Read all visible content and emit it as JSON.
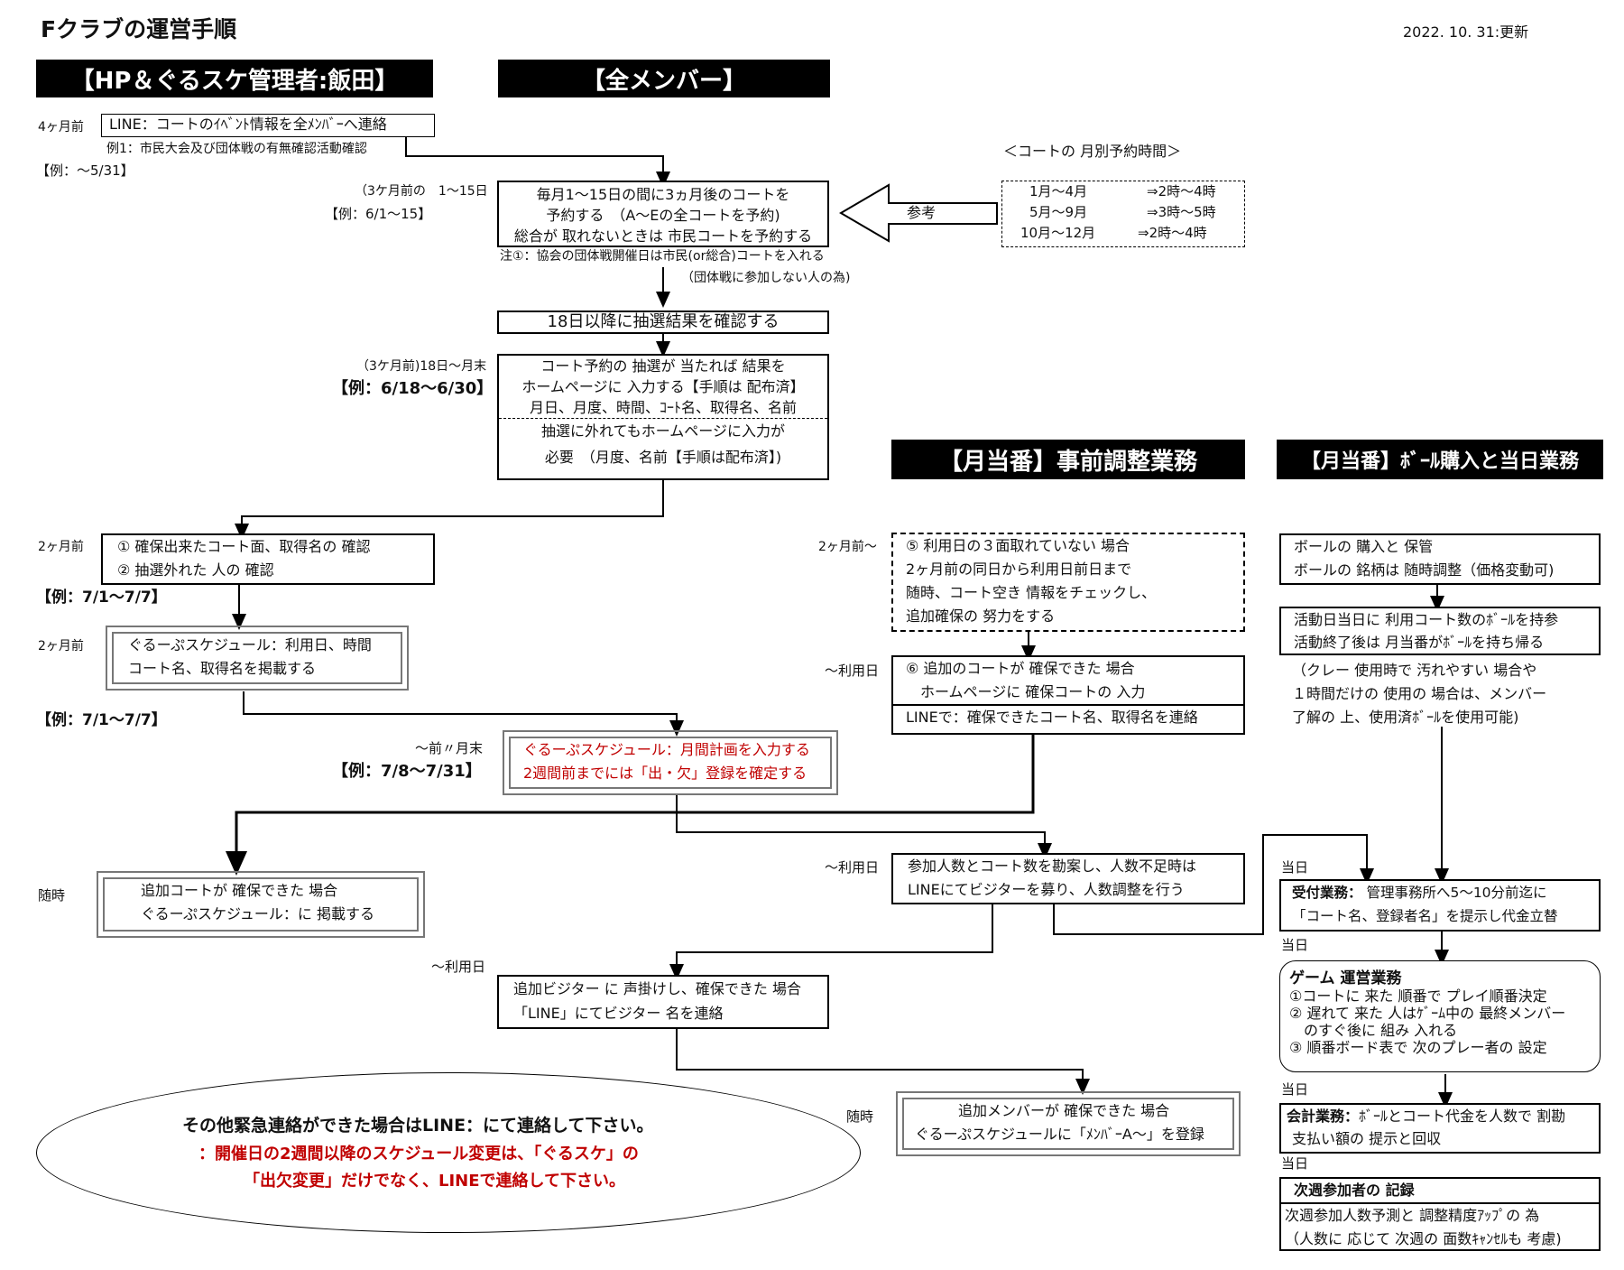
{
  "title": "Fクラブの運営手順",
  "updated": "2022. 10. 31:更新",
  "headers": {
    "admin": "【HP＆ぐるスケ管理者:飯田】",
    "all_members": "【全メンバー】",
    "monthly_pre": "【月当番】事前調整業務",
    "monthly_ball": "【月当番】ﾎﾞｰﾙ購入と当日業務"
  },
  "left": {
    "m4_label": "4ヶ月前",
    "line_event": "LINE：コートのｲﾍﾞﾝﾄ情報を全ﾒﾝﾊﾞｰへ連絡",
    "example1": "例1：市民大会及び団体戦の有無確認活動確認",
    "ex_531": "【例：～5/31】",
    "m3_1to15": "（3ケ月前の　1～15日",
    "ex_61to15": "【例：6/1～15】",
    "m3_18toend": "（3ケ月前)18日～月末",
    "ex_618to630": "【例：6/18～6/30】",
    "m2_a": "2ヶ月前",
    "ex_71to77_a": "【例：7/1～7/7】",
    "m2_b": "2ヶ月前",
    "ex_71to77_b": "【例：7/1～7/7】",
    "prev_month_end": "～前〃月末",
    "ex_78to731": "【例：7/8～7/31】",
    "anytime": "随時",
    "until_use_day": "～利用日"
  },
  "boxes": {
    "reserve": [
      "毎月1～15日の間に3ヵ月後のコートを",
      "予約する　（A～Eの全コートを予約)",
      "総合が 取れないときは 市民コートを予約する"
    ],
    "note1": "注①：協会の団体戦開催日は市民(or総合)コートを入れる",
    "note1b": "（団体戦に参加しない人の為)",
    "ref": "参考",
    "monthly_title": "＜コートの 月別予約時間＞",
    "monthly_rows": [
      {
        "months": "1月～4月",
        "time": "⇒2時～4時"
      },
      {
        "months": "5月～9月",
        "time": "⇒3時～5時"
      },
      {
        "months": "10月～12月",
        "time": "⇒2時～4時"
      }
    ],
    "lottery_check": "18日以降に抽選結果を確認する",
    "lottery_win": [
      "コート予約の 抽選が 当たれば 結果を",
      "ホームページに 入力する【手順は 配布済】",
      "月日、月度、時間、ｺｰﾄ名、取得名、名前"
    ],
    "lottery_lose": [
      "抽選に外れてもホームページに入力が",
      "必要　（月度、名前【手順は配布済】)"
    ],
    "confirm": [
      "① 確保出来たコート面、取得名の 確認",
      "② 抽選外れた 人の 確認"
    ],
    "gurusuke_post": [
      "ぐるーぷスケジュール：利用日、時間",
      "コート名、取得名を掲載する"
    ],
    "gurusuke_plan": [
      "ぐるーぷスケジュール：月間計画を入力する",
      "2週間前までには「出・欠」登録を確定する"
    ],
    "extra_court": [
      "追加コートが 確保できた 場合",
      "ぐるーぷスケジュール：に 掲載する"
    ],
    "visitor": [
      "追加ビジター に 声掛けし、確保できた 場合",
      "「LINE」にてビジター 名を連絡"
    ],
    "emergency": [
      "その他緊急連絡ができた場合はLINE：にて連絡して下さい。",
      "：開催日の2週間以降のスケジュール変更は、「ぐるスケ」の",
      "「出欠変更」だけでなく、LINEで連絡して下さい。"
    ]
  },
  "monthly_pre": {
    "m2_label": "2ヶ月前～",
    "until_label": "～利用日",
    "until_label2": "～利用日",
    "anytime": "随時",
    "five": [
      "⑤ 利用日の３面取れていない 場合",
      "2ヶ月前の同日から利用日前日まで",
      "随時、コート空き 情報をチェックし、",
      "追加確保の 努力をする"
    ],
    "six": [
      "⑥ 追加のコートが 確保できた 場合",
      "　ホームページに 確保コートの 入力"
    ],
    "six_line": "LINEで：確保できたコート名、取得名を連絡",
    "participants": [
      "参加人数とコート数を勘案し、人数不足時は",
      "LINEにてビジターを募り、人数調整を行う"
    ],
    "extra_member": [
      "追加メンバーが 確保できた 場合",
      "ぐるーぷスケジュールに「ﾒﾝﾊﾞｰA～」を登録"
    ]
  },
  "monthly_ball": {
    "purchase": [
      "ボールの 購入と 保管",
      "ボールの 銘柄は 随時調整（価格変動可)"
    ],
    "bring": [
      "活動日当日に 利用コート数のﾎﾞｰﾙを持参",
      "活動終了後は 月当番がﾎﾞｰﾙを持ち帰る"
    ],
    "clay_note": [
      "（クレー 使用時で 汚れやすい 場合や",
      "１時間だけの 使用の 場合は、メンバー",
      "了解の 上、使用済ﾎﾞｰﾙを使用可能)"
    ],
    "day_label": "当日",
    "reception_title": "受付業務：",
    "reception": [
      "管理事務所へ5～10分前迄に",
      "「コート名、登録者名」を提示し代金立替"
    ],
    "game_title": "ゲーム 運営業務",
    "game": [
      "①コートに 来た 順番で プレイ順番決定",
      "② 遅れて 来た 人はｹﾞｰﾑ中の 最終メンバー",
      "　のすぐ後に 組み 入れる",
      "③ 順番ボード表で 次のプレー者の 設定"
    ],
    "accounting_title": "会計業務：",
    "accounting": [
      "ﾎﾞｰﾙとコート代金を人数で 割勘",
      "支払い額の 提示と回収"
    ],
    "next_week_title": "次週参加者の 記録",
    "next_week": [
      "次週参加人数予測と 調整精度ｱｯﾌﾟの 為",
      "（人数に 応じて 次週の 面数ｷｬﾝｾﾙも 考慮)"
    ]
  }
}
